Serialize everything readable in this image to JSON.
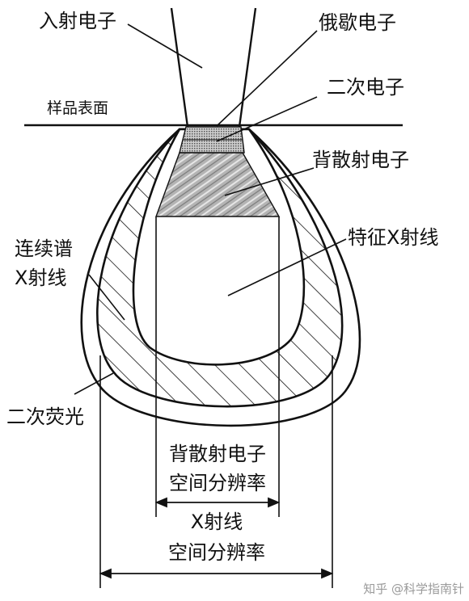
{
  "labels": {
    "incident_electron": "入射电子",
    "auger_electron": "俄歇电子",
    "secondary_electron": "二次电子",
    "sample_surface": "样品表面",
    "backscattered_electron": "背散射电子",
    "characteristic_xray": "特征X射线",
    "continuum_xray_line1": "连续谱",
    "continuum_xray_line2": "X射线",
    "secondary_fluorescence": "二次荧光",
    "bse_resolution_line1": "背散射电子",
    "bse_resolution_line2": "空间分辨率",
    "xray_resolution_line1": "X射线",
    "xray_resolution_line2": "空间分辨率"
  },
  "watermark": "知乎 @科学指南针",
  "colors": {
    "stroke": "#111111",
    "auger_fill": "#8a8a8a",
    "bse_fill": "#b4b4b4",
    "background": "#ffffff",
    "watermark": "#9a9a9a"
  }
}
